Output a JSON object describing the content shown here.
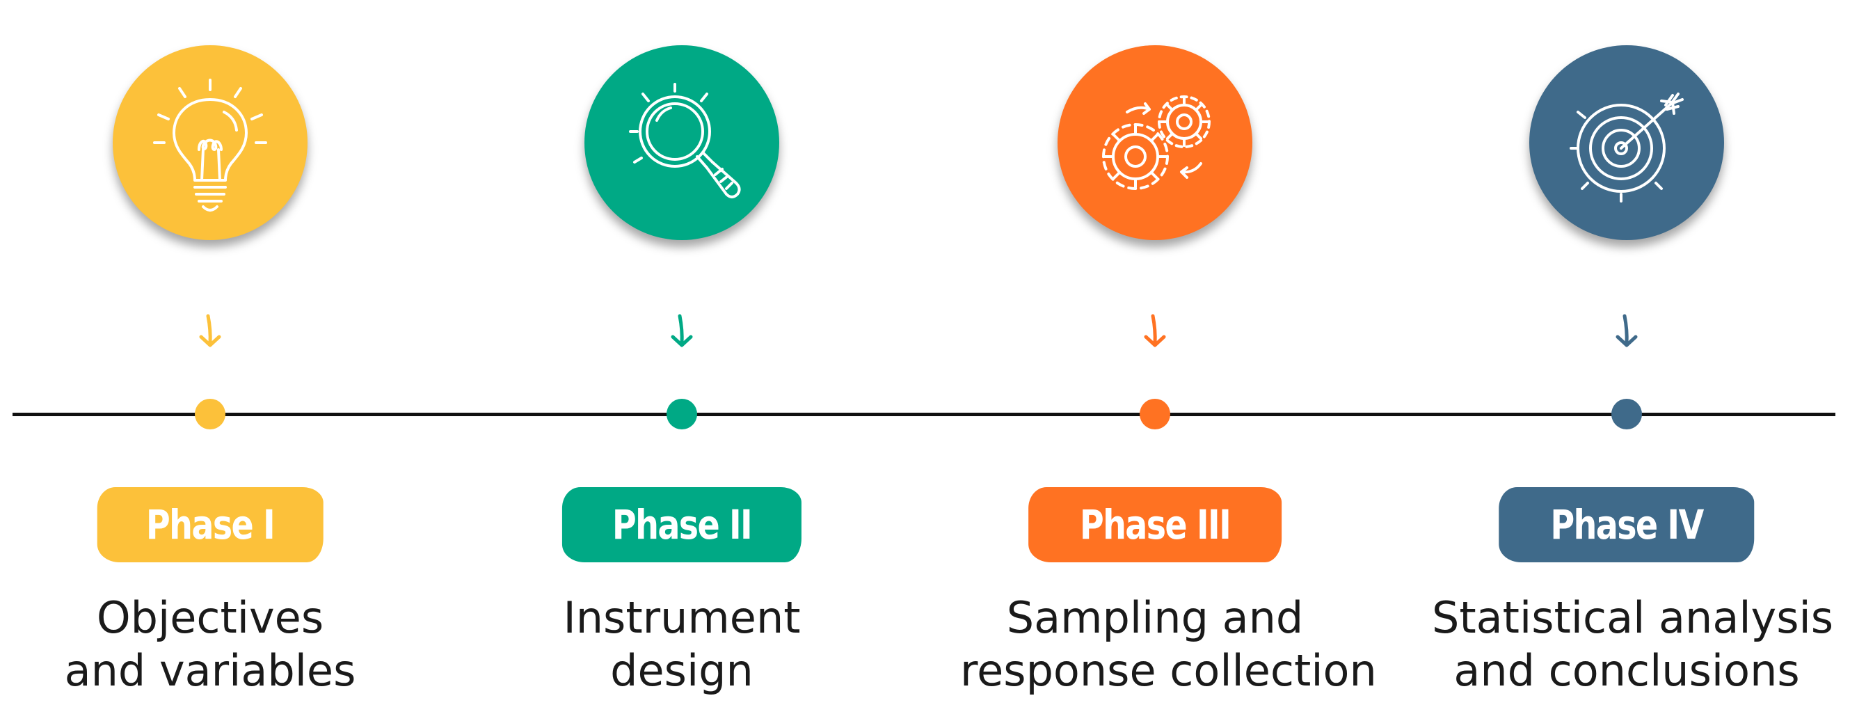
{
  "timeline": {
    "phases": [
      {
        "label": "Phase I",
        "desc_line1": "Objectives",
        "desc_line2": "and variables",
        "color": "#FCC13A",
        "icon": "lightbulb-icon"
      },
      {
        "label": "Phase II",
        "desc_line1": "Instrument",
        "desc_line2": "design",
        "color": "#00A985",
        "icon": "magnifying-glass-icon"
      },
      {
        "label": "Phase III",
        "desc_line1": "Sampling and",
        "desc_line2": "response collection",
        "color": "#FF7222",
        "icon": "gears-icon"
      },
      {
        "label": "Phase IV",
        "desc_line1": "Statistical analysis",
        "desc_line2": "and conclusions",
        "color": "#3F6A8A",
        "icon": "target-arrow-icon"
      }
    ]
  }
}
